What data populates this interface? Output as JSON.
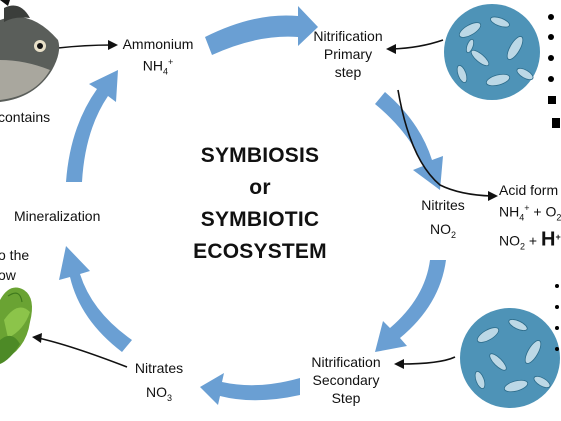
{
  "center": {
    "line1": "SYMBIOSIS",
    "line2": "or",
    "line3": "SYMBIOTIC",
    "line4": "ECOSYSTEM"
  },
  "nodes": {
    "ammonium": {
      "name": "Ammonium",
      "formula": "NH",
      "sub": "4",
      "sup": "+"
    },
    "nitrification_primary": {
      "line1": "Nitrification",
      "line2": "Primary",
      "line3": "step"
    },
    "nitrites": {
      "name": "Nitrites",
      "formula": "NO",
      "sub": "2"
    },
    "nitrification_secondary": {
      "line1": "Nitrification",
      "line2": "Secondary",
      "line3": "Step"
    },
    "nitrates": {
      "name": "Nitrates",
      "formula": "NO",
      "sub": "3"
    },
    "mineralization": {
      "name": "Mineralization"
    }
  },
  "side_text": {
    "fish_contains": "contains",
    "plant_line1": "o the",
    "plant_line2": "ow"
  },
  "acid": {
    "title": "Acid form",
    "line1_a": "NH",
    "line1_sub": "4",
    "line1_sup": "+",
    "line1_b": " + O",
    "line1_sub2": "2",
    "line2_a": "NO",
    "line2_sub": "2",
    "line2_b": " + ",
    "line2_big": "H",
    "line2_sup": "+"
  },
  "colors": {
    "arrow": "#6a9fd3",
    "bacteria_bg": "#4e93b7",
    "bacteria_cell": "#bcd8e6",
    "fish": "#5a5e5a",
    "plant": "#6aa333"
  }
}
